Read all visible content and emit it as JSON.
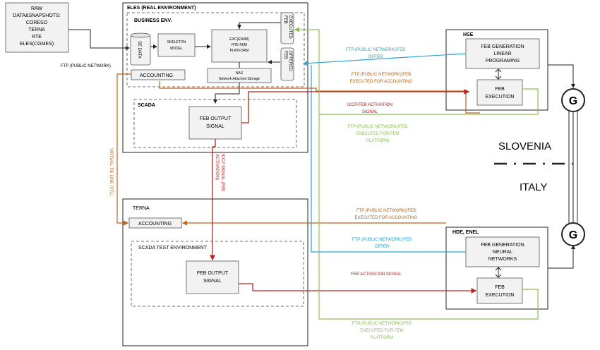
{
  "raw_data": {
    "lines": [
      "RAW",
      "DATA&SNAPSHOTS:",
      "CORESO",
      "TERNA",
      "RTE",
      "ELES(CGMES)"
    ]
  },
  "ftp_public_network": "FTP (PUBLIC NETWORK)",
  "eles": {
    "title": "ELES (REAL ENVIRONMENT)",
    "business_env": "BUSINESS ENV.",
    "se_data": "SE DATA",
    "skeleton_model": [
      "SKELETON",
      "MODEL"
    ],
    "exc_platform": [
      "EXC(EN4M)",
      "RTE FEM",
      "PLATFORM"
    ],
    "feb_executed": [
      "FEB",
      "EXECUTED"
    ],
    "feb_offered": [
      "FEB",
      "OFFERED"
    ],
    "accounting": "ACCOUNTING",
    "nas": [
      "NAS",
      "Network Attached Storage"
    ],
    "scada": "SCADA",
    "feb_output_signal": [
      "FEB OUTPUT",
      "SIGNAL"
    ]
  },
  "terna": {
    "title": "TERNA",
    "accounting": "ACCOUNTING",
    "scada_test": "SCADA TEST ENVIRONMENT",
    "feb_output_signal": [
      "FEB OUTPUT",
      "SIGNAL"
    ]
  },
  "hse": {
    "title": "HSE",
    "feb_generation": [
      "FEB GENERATION",
      "LINEAR",
      "PROGRAMING"
    ],
    "feb_execution": [
      "FEB",
      "EXECUTION"
    ]
  },
  "hde": {
    "title": "HDE, ENEL",
    "feb_generation": [
      "FEB GENERATION",
      "NEURAL",
      "NETWORKS"
    ],
    "feb_execution": [
      "FEB",
      "EXECUTION"
    ]
  },
  "generator_label": "G",
  "countries": {
    "top": "SLOVENIA",
    "bottom": "ITALY"
  },
  "connections": {
    "ftp_feb_offer_top": [
      "FTP (PUBLIC NETWORK)/FEB",
      "OFFER"
    ],
    "ftp_accounting_top": [
      "FTP (PUBLIC NETWORK)/FEB",
      "EXECUTED FOR ACCOUNTING"
    ],
    "iccp_activation": [
      "ICCP/FEB ACTIVATION",
      "SIGNAL"
    ],
    "ftp_fem_top": [
      "FTP (PUBLIC NETWORK)/FEB",
      "EXECUTED FOR FEM",
      "PLATFORM"
    ],
    "iccp_vertical": [
      "ICCP SIGNAL (FEB",
      "ACTIVATION)"
    ],
    "virtual_tie_line": "VIRTUAL TIE LINE (VTL)",
    "ftp_accounting_bottom": [
      "FTP (PUBLIC NETWORK)/FEB",
      "EXECUTED FOR ACCOUNTING"
    ],
    "ftp_feb_offer_bottom": [
      "FTP (PUBLIC NETWORK)/FEB",
      "OFFER"
    ],
    "feb_activation": "FEB ACTIVATION SIGNAL",
    "ftp_fem_bottom": [
      "FTP (PUBLIC NETWORK)/FEB",
      "EXECUTED FOR FEM",
      "PLATFORM"
    ]
  },
  "colors": {
    "orange": "#c0641e",
    "red": "#c0211d",
    "blue": "#2aa6d8",
    "green": "#8cc152"
  }
}
